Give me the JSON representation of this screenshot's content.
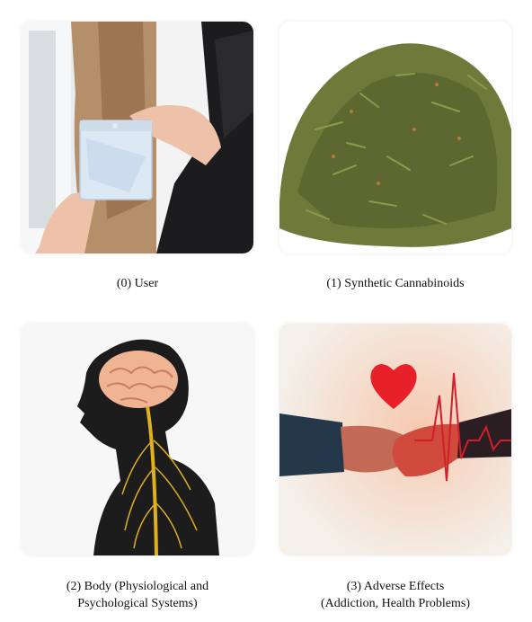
{
  "panels": [
    {
      "caption": [
        "(0) User"
      ],
      "image": "person-holding-plastic-bag"
    },
    {
      "caption": [
        "(1) Synthetic Cannabinoids"
      ],
      "image": "pile-of-dried-herbs"
    },
    {
      "caption": [
        "(2) Body (Physiological and",
        "Psychological Systems)"
      ],
      "image": "brain-and-nervous-system-silhouette"
    },
    {
      "caption": [
        "(3) Adverse Effects",
        "(Addiction, Health Problems)"
      ],
      "image": "handshake-heart-heartbeat"
    }
  ],
  "colors": {
    "background": "#ffffff",
    "caption_text": "#111111",
    "heart": "#e8202a",
    "herb_green": "#6f7a3a",
    "brain": "#f0b394",
    "nerve": "#e0b020"
  }
}
